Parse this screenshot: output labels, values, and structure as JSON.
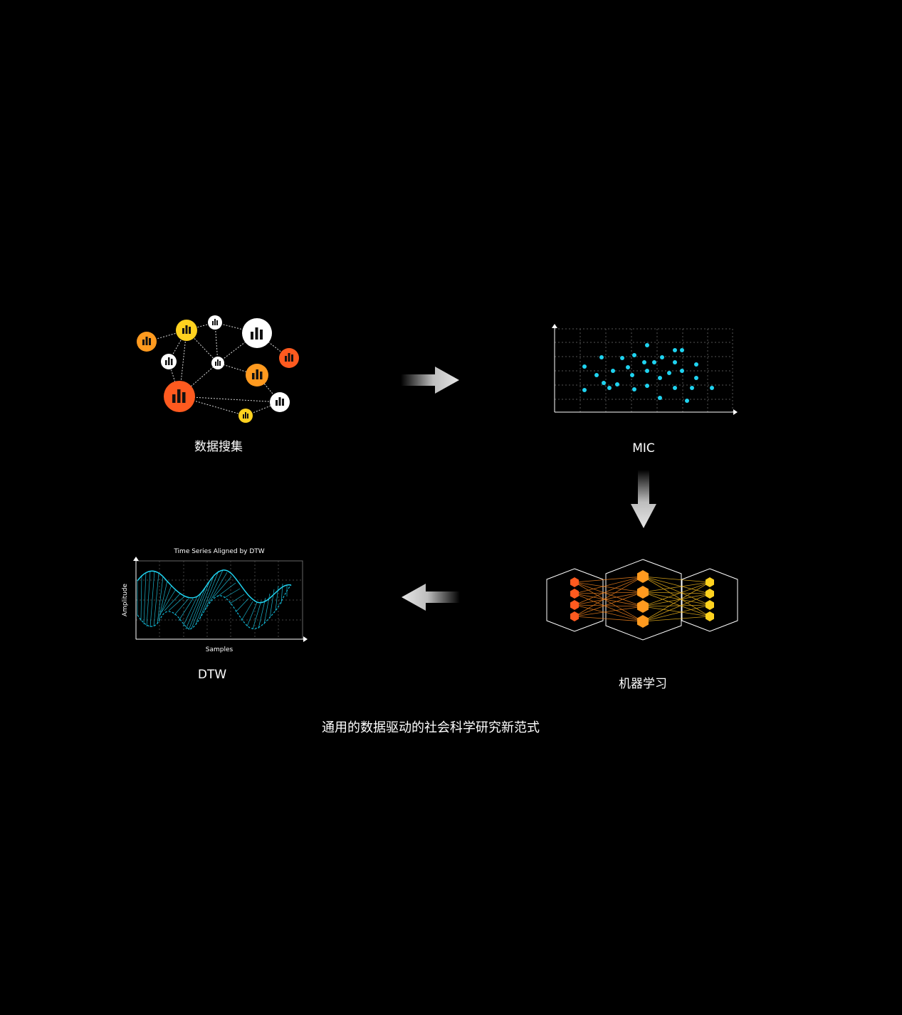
{
  "stages": {
    "collection": {
      "label": "数据搜集"
    },
    "mic": {
      "label": "MIC"
    },
    "ml": {
      "label": "机器学习"
    },
    "dtw": {
      "label": "DTW",
      "chart_title": "Time Series Aligned by DTW",
      "xlabel": "Samples",
      "ylabel": "Amplitude"
    }
  },
  "caption": "通用的数据驱动的社会科学研究新范式",
  "colors": {
    "background": "#000000",
    "orange_red": "#ff5a1f",
    "orange": "#ff9a1f",
    "yellow": "#ffd21f",
    "white": "#ffffff",
    "cyan": "#1fd3f0",
    "arrow_light": "#d8d8d8"
  },
  "icons": {
    "network_node": "bar-chart-icon",
    "flow_arrow": "arrow-icon"
  }
}
